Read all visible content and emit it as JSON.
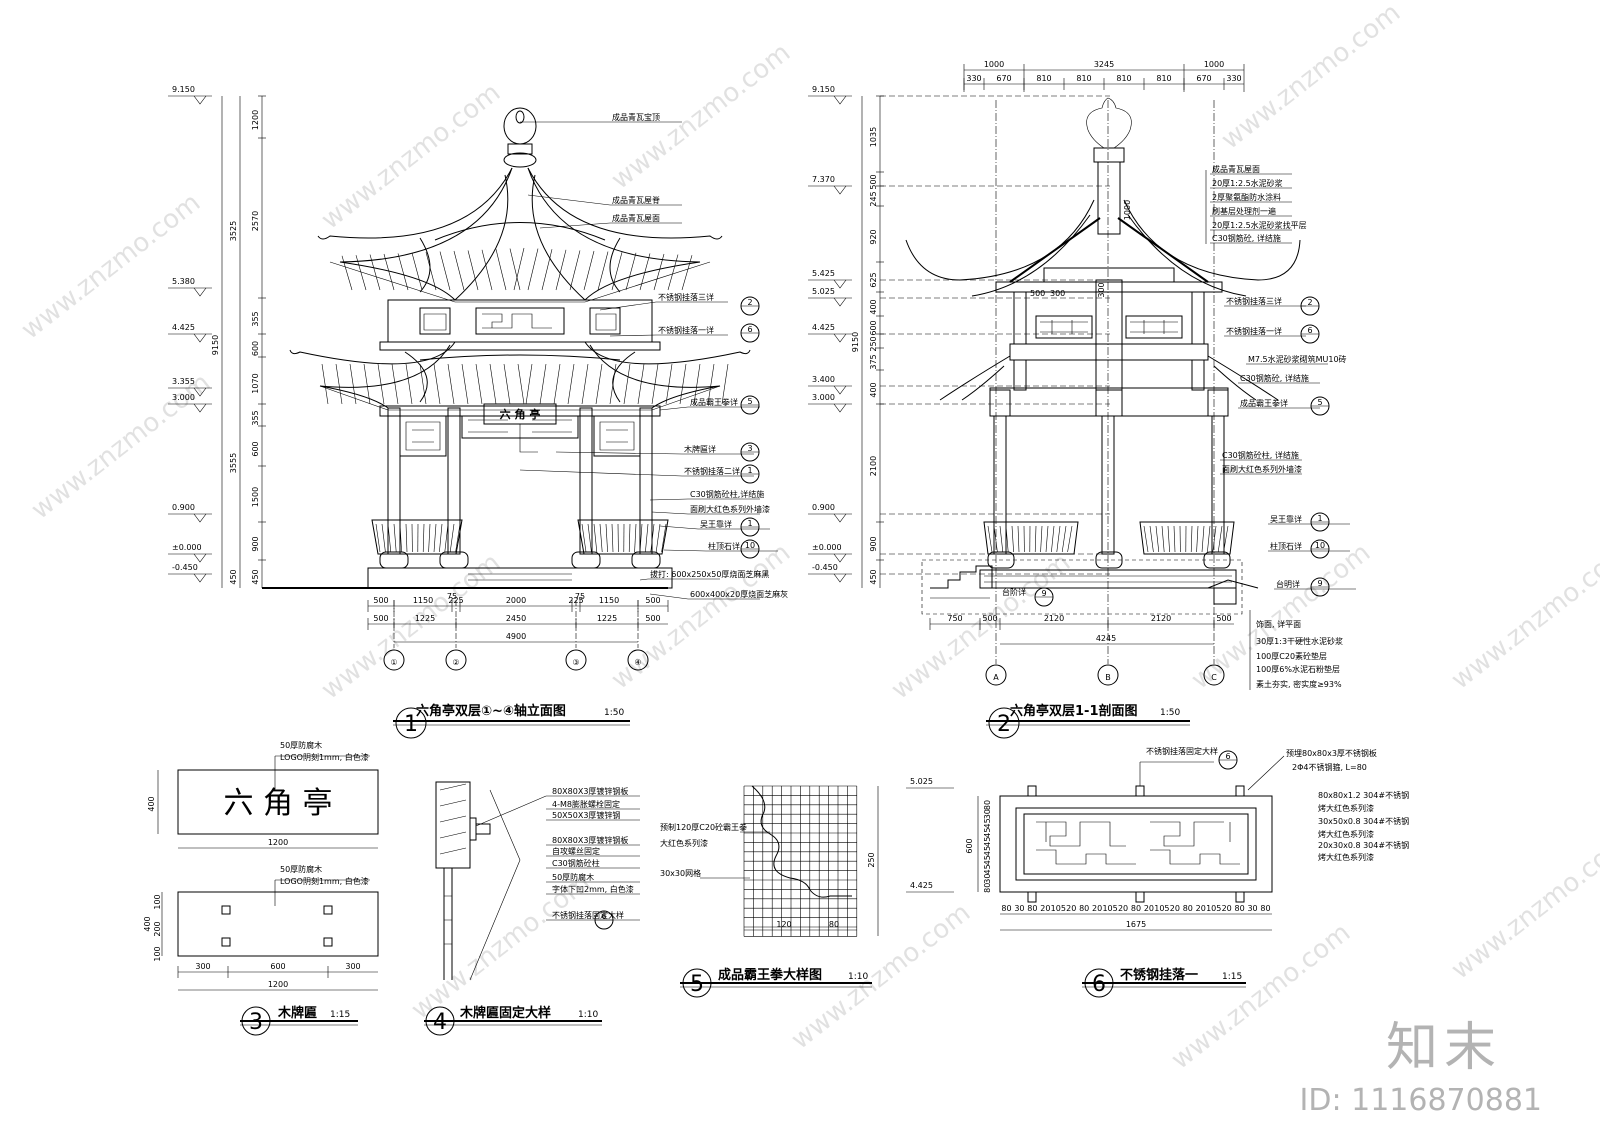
{
  "elevation": {
    "levels": [
      "9.150",
      "5.380",
      "4.425",
      "3.355",
      "3.000",
      "0.900",
      "±0.000",
      "-0.450"
    ],
    "vdims_inner": [
      "1200",
      "2570",
      "355",
      "600",
      "1070",
      "355",
      "600",
      "1500",
      "900",
      "450"
    ],
    "vdims_outer": [
      "3525",
      "9150",
      "3555",
      "450"
    ],
    "hdims_row1": [
      "500",
      "1150",
      "225",
      "2000",
      "225",
      "1150",
      "500"
    ],
    "hdims_row2": [
      "500",
      "1225",
      "2450",
      "1225",
      "500"
    ],
    "hdims_total": "4900",
    "hdims_top": [
      "75",
      "75"
    ],
    "axes": [
      "①",
      "②",
      "③",
      "④"
    ],
    "plaque_text": "六 角 亭",
    "labels": [
      "成品青瓦宝顶",
      "成品青瓦屋脊",
      "成品青瓦屋面",
      "不锈钢挂落三详",
      "不锈钢挂落一详",
      "成品霸王拳详",
      "木牌匾详",
      "不锈钢挂落二详",
      "C30钢筋砼柱,详结施",
      "面刷大红色系列外墙漆",
      "吴王靠详",
      "柱顶石详",
      "拔打: 600x250x50厚烧面芝麻黑",
      "600x400x20厚烧面芝麻灰"
    ],
    "label_refs": [
      "2",
      "6",
      "5",
      "3",
      "1",
      "1",
      "10"
    ],
    "title_num": "1",
    "title": "六角亭双层①~④轴立面图",
    "scale": "1:50"
  },
  "section": {
    "top_dims_row1": [
      "1000",
      "3245",
      "1000"
    ],
    "top_dims_row2": [
      "330",
      "670",
      "810",
      "810",
      "810",
      "810",
      "670",
      "330"
    ],
    "levels": [
      "9.150",
      "7.370",
      "5.425",
      "5.025",
      "4.425",
      "3.400",
      "3.000",
      "0.900",
      "±0.000",
      "-0.450"
    ],
    "vdims_inner": [
      "1035",
      "500",
      "245",
      "920",
      "625",
      "400",
      "600",
      "250",
      "375",
      "400",
      "2100",
      "900",
      "450"
    ],
    "vdims_outer": [
      "9150"
    ],
    "inner_dims": [
      "1000",
      "500",
      "300",
      "300"
    ],
    "hdims_row1": [
      "750",
      "500",
      "2120",
      "2120",
      "500"
    ],
    "hdims_total": "4245",
    "axes": [
      "A",
      "B",
      "C"
    ],
    "labels": [
      "成品青瓦屋面",
      "20厚1:2.5水泥砂浆",
      "2厚聚氨酯防水涂料",
      "刷基层处理剂一遍",
      "20厚1:2.5水泥砂浆找平层",
      "C30钢筋砼, 详结施",
      "不锈钢挂落三详",
      "不锈钢挂落一详",
      "M7.5水泥砂浆砌筑MU10砖",
      "C30钢筋砼, 详结施",
      "成品霸王拳详",
      "C30钢筋砼柱, 详结施",
      "面刷大红色系列外墙漆",
      "吴王靠详",
      "柱顶石详",
      "台明详",
      "台阶详"
    ],
    "label_refs": [
      "2",
      "6",
      "5",
      "1",
      "10",
      "9",
      "9"
    ],
    "floor_layers": [
      "饰面, 详平面",
      "30厚1:3干硬性水泥砂浆",
      "100厚C20素砼垫层",
      "100厚6%水泥石粉垫层",
      "素土夯实, 密实度≥93%"
    ],
    "title_num": "2",
    "title": "六角亭双层1-1剖面图",
    "scale": "1:50"
  },
  "plaque": {
    "notes1": [
      "50厚防腐木",
      "LOGO阴刻1mm, 白色漆"
    ],
    "notes2": [
      "50厚防腐木",
      "LOGO阴刻1mm, 白色漆"
    ],
    "text": "六 角 亭",
    "w": "1200",
    "h": "400",
    "bottom_dims": [
      "300",
      "600",
      "300"
    ],
    "total": "1200",
    "side_dims": [
      "100",
      "200",
      "100"
    ],
    "side_total": "400",
    "title_num": "3",
    "title": "木牌匾",
    "scale": "1:15"
  },
  "fixing": {
    "labels": [
      "80X80X3厚镀锌钢板",
      "4-M8膨胀螺栓固定",
      "50X50X3厚镀锌钢",
      "80X80X3厚镀锌钢板",
      "自攻螺丝固定",
      "C30钢筋砼柱",
      "50厚防腐木",
      "字体下凹2mm, 白色漆",
      "不锈钢挂落固定大样"
    ],
    "ref": "6",
    "title_num": "4",
    "title": "木牌匾固定大样",
    "scale": "1:10"
  },
  "bawangquan": {
    "labels": [
      "预制120厚C20砼霸王拳",
      "大红色系列漆",
      "30x30网格"
    ],
    "dims": [
      "120",
      "80"
    ],
    "height": "250",
    "title_num": "5",
    "title": "成品霸王拳大样图",
    "scale": "1:10"
  },
  "guaLuo": {
    "labels": [
      "不锈钢挂落固定大样",
      "预埋80x80x3厚不锈钢板",
      "2Φ4不锈钢箍, L=80",
      "80x80x1.2 304#不锈钢",
      "烤大红色系列漆",
      "30x50x0.8 304#不锈钢",
      "烤大红色系列漆",
      "20x30x0.8 304#不锈钢",
      "烤大红色系列漆"
    ],
    "ref": "6",
    "levels": [
      "5.025",
      "4.425"
    ],
    "side_total": "600",
    "side_dims": [
      "80",
      "30",
      "45",
      "45",
      "45",
      "45",
      "45",
      "45",
      "30",
      "80"
    ],
    "bottom_dims": [
      "80",
      "30",
      "80",
      "20",
      "105",
      "20",
      "80",
      "20",
      "105",
      "20",
      "80",
      "20",
      "105",
      "20",
      "80",
      "20",
      "105",
      "20",
      "80",
      "30",
      "80"
    ],
    "total": "1675",
    "title_num": "6",
    "title": "不锈钢挂落一",
    "scale": "1:15"
  },
  "watermark": "www.znzmo.com",
  "brand": "知末",
  "image_id": "ID: 1116870881"
}
